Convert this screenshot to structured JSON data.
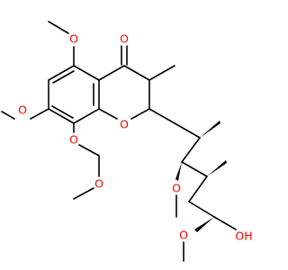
{
  "diagram": {
    "colors": {
      "bond": "#000000",
      "oxygen": "#ff0000",
      "background": "#ffffff"
    },
    "atom_labels": {
      "ketone_o": "O",
      "c5_methoxy_o": "O",
      "c7_methoxy_o": "O",
      "ring_o": "O",
      "mom_o1": "O",
      "mom_o2": "O",
      "side_methoxy_o1": "O",
      "side_methoxy_o2": "O",
      "hydroxyl": "OH"
    }
  }
}
